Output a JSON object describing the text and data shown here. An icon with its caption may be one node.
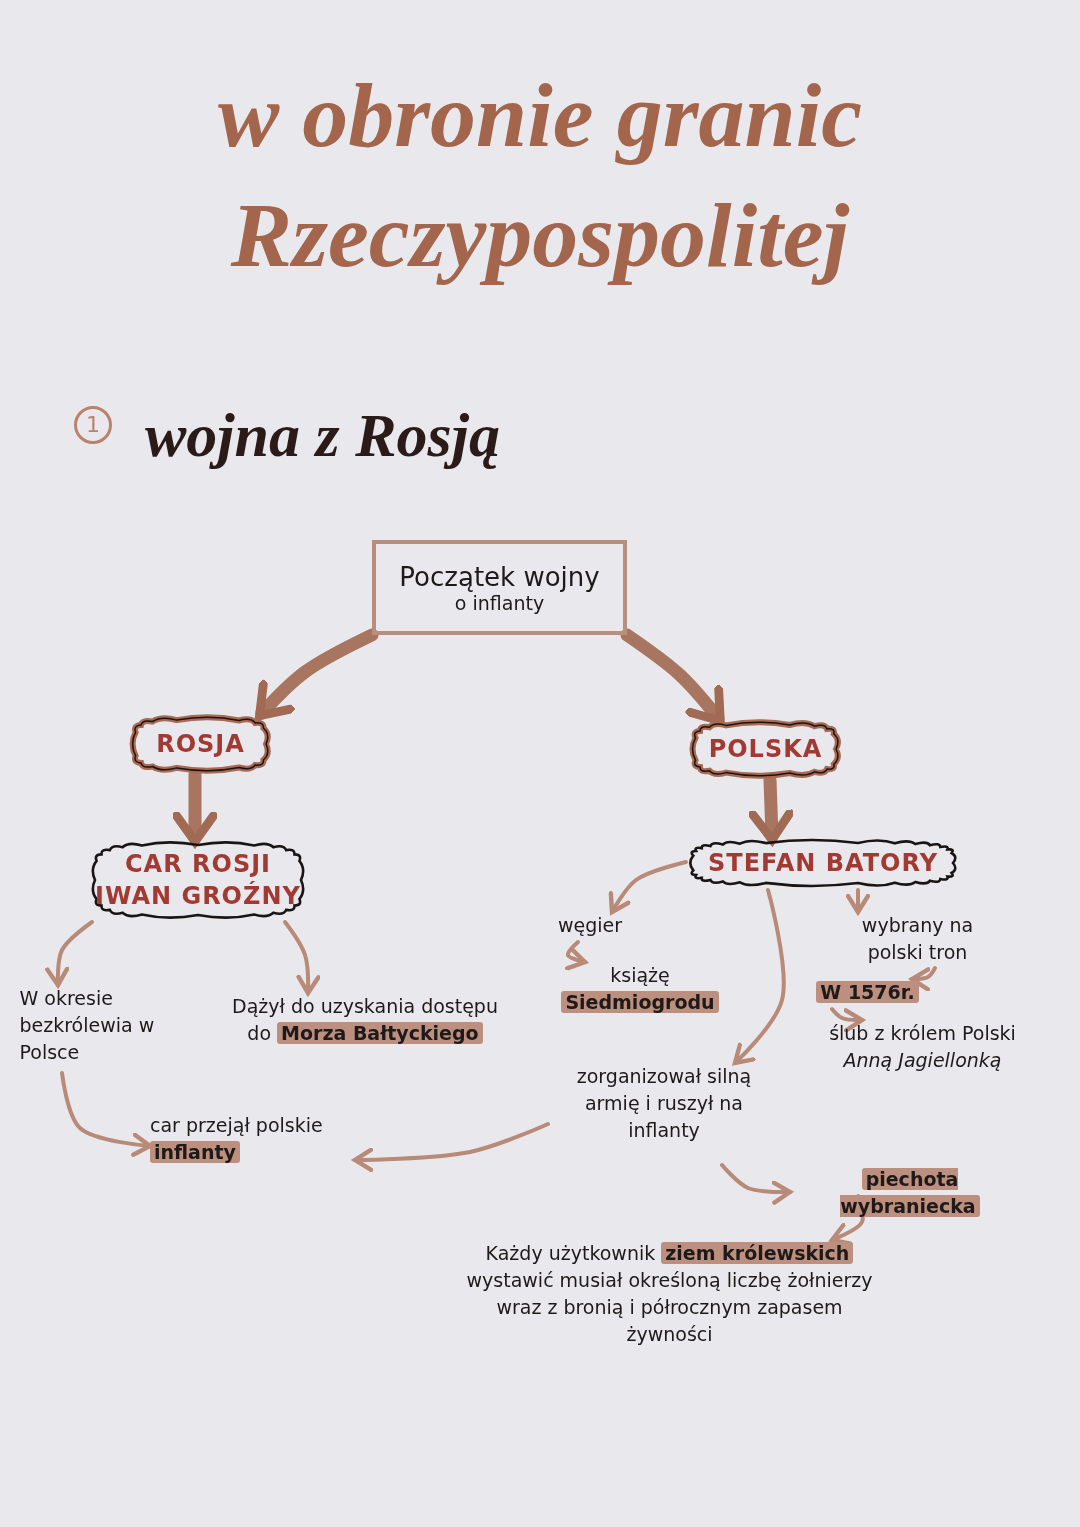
{
  "diagram": {
    "title": "w obronie granic Rzeczypospolitej",
    "nodes": [
      {
        "text": [
          "Początek wojny",
          "o inflanty"
        ]
      },
      {
        "text": [
          "ROSJA"
        ]
      },
      {
        "text": [
          "POLSKA"
        ]
      },
      {
        "text": [
          "CAR ROSJI IWAN GROŹNY"
        ]
      },
      {
        "text": [
          "STEFAN BATORY"
        ]
      },
      {
        "text": [
          "W okresie bezkrólewia w Polsce"
        ]
      },
      {
        "text": [
          "Dążył do uzyskania dostępu do **Morza Bałtyckiego**"
        ]
      },
      {
        "text": [
          "car przejął polskie **inflanty**"
        ]
      },
      {
        "text": [
          "węgier"
        ]
      },
      {
        "text": [
          "książę **Siedmiogrodu**"
        ]
      },
      {
        "text": [
          "zorganizował silną armię i ruszył na inflanty"
        ]
      },
      {
        "text": [
          "wybrany na polski tron"
        ]
      },
      {
        "text": [
          "W 1576r."
        ]
      },
      {
        "text": [
          "ślub z królem Polski *Anną Jagiellonką*"
        ]
      },
      {
        "text": [
          "piechota wybraniecka"
        ]
      },
      {
        "text": [
          "Każdy użytkownik **ziem królewskich** wystawić musiał określoną liczbę żołnierzy wraz z bronią i półrocznym zapasem żywności"
        ]
      }
    ],
    "edges": [
      {
        "from": 0,
        "to": 1,
        "arrow": "to",
        "style": "thick"
      },
      {
        "from": 0,
        "to": 2,
        "arrow": "to",
        "style": "thick"
      },
      {
        "from": 1,
        "to": 3,
        "arrow": "to",
        "style": "thick"
      },
      {
        "from": 2,
        "to": 4,
        "arrow": "to",
        "style": "thick"
      },
      {
        "from": 3,
        "to": 5,
        "arrow": "to"
      },
      {
        "from": 3,
        "to": 6,
        "arrow": "to"
      },
      {
        "from": 5,
        "to": 7,
        "arrow": "to"
      },
      {
        "from": 10,
        "to": 7,
        "arrow": "to"
      },
      {
        "from": 4,
        "to": 8,
        "arrow": "to"
      },
      {
        "from": 8,
        "to": 9,
        "arrow": "to"
      },
      {
        "from": 4,
        "to": 10,
        "arrow": "to"
      },
      {
        "from": 4,
        "to": 11,
        "arrow": "to"
      },
      {
        "from": 11,
        "to": 12,
        "arrow": "to"
      },
      {
        "from": 12,
        "to": 13,
        "arrow": "to"
      },
      {
        "from": 10,
        "to": 14,
        "arrow": "to"
      },
      {
        "from": 14,
        "to": 15,
        "arrow": "to"
      }
    ],
    "labels": [
      "1",
      "wojna z Rosją"
    ]
  }
}
